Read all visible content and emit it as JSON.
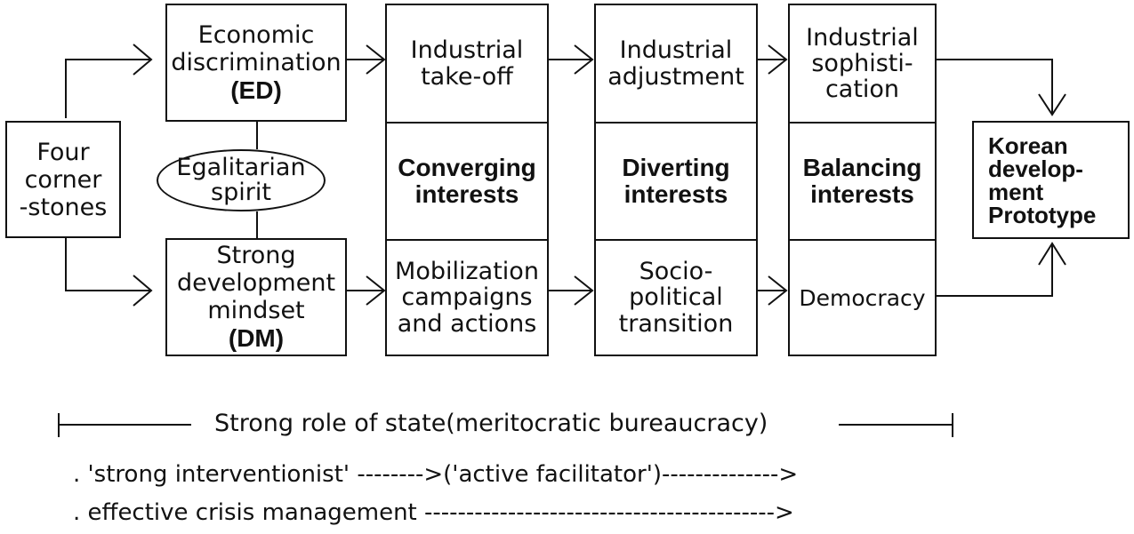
{
  "diagram": {
    "cornerstones": "Four\ncorner\n-stones",
    "ed_box": {
      "line1": "Economic\ndiscrimination",
      "line2": "(ED)"
    },
    "egalitarian": "Egalitarian\nspirit",
    "dm_box": {
      "line1": "Strong\ndevelopment\nmindset",
      "line2": "(DM)"
    },
    "col1": {
      "top": "Industrial\ntake-off",
      "mid": "Converging\ninterests",
      "bottom": "Mobilization\ncampaigns\nand actions"
    },
    "col2": {
      "top": "Industrial\nadjustment",
      "mid": "Diverting\ninterests",
      "bottom": "Socio-\npolitical\ntransition"
    },
    "col3": {
      "top": "Industrial\nsophisti-\ncation",
      "mid": "Balancing\ninterests",
      "bottom": "Democracy"
    },
    "prototype": "Korean\ndevelop-\nment\nPrototype"
  },
  "footer": {
    "state_role": "Strong role of state(meritocratic bureaucracy)",
    "line1": ". 'strong interventionist' -------->('active facilitator')-------------->",
    "line2": ". effective crisis management ------------------------------------------>"
  }
}
